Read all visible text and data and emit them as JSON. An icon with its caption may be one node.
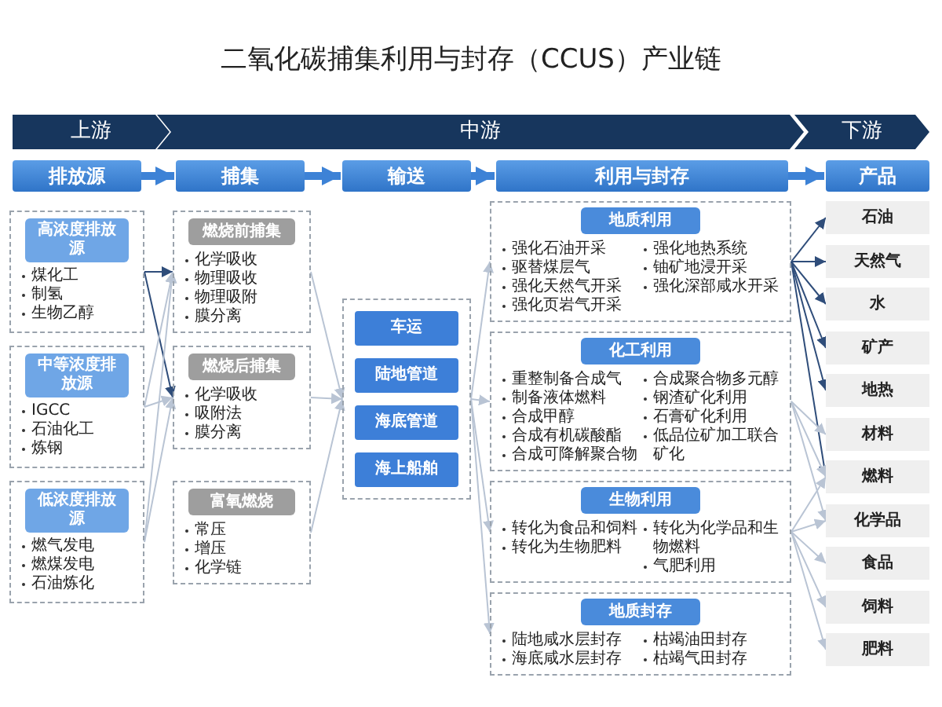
{
  "diagram": {
    "title": "二氧化碳捕集利用与封存（CCUS）产业链",
    "nodes": [
      {
        "text": [
          "上游"
        ]
      },
      {
        "text": [
          "中游"
        ]
      },
      {
        "text": [
          "下游"
        ]
      },
      {
        "text": [
          "排放源"
        ]
      },
      {
        "text": [
          "捕集"
        ]
      },
      {
        "text": [
          "输送"
        ]
      },
      {
        "text": [
          "利用与封存"
        ]
      },
      {
        "text": [
          "产品"
        ]
      },
      {
        "text": [
          "煤化工",
          "制氢",
          "生物乙醇"
        ]
      },
      {
        "text": [
          "高浓度排放源"
        ],
        "in": 8
      },
      {
        "text": [
          "IGCC",
          "石油化工",
          "炼钢"
        ]
      },
      {
        "text": [
          "中等浓度排放源"
        ],
        "in": 10
      },
      {
        "text": [
          "燃气发电",
          "燃煤发电",
          "石油炼化"
        ]
      },
      {
        "text": [
          "低浓度排放源"
        ],
        "in": 12
      },
      {
        "text": [
          "化学吸收",
          "物理吸收",
          "物理吸附",
          "膜分离"
        ]
      },
      {
        "text": [
          "燃烧前捕集"
        ],
        "in": 14
      },
      {
        "text": [
          "化学吸收",
          "吸附法",
          "膜分离"
        ]
      },
      {
        "text": [
          "燃烧后捕集"
        ],
        "in": 16
      },
      {
        "text": [
          "常压",
          "增压",
          "化学链"
        ]
      },
      {
        "text": [
          "富氧燃烧"
        ],
        "in": 18
      },
      {
        "text": [],
        "shape": "box"
      },
      {
        "text": [
          "车运"
        ],
        "in": 20
      },
      {
        "text": [
          "陆地管道"
        ],
        "in": 20
      },
      {
        "text": [
          "海底管道"
        ],
        "in": 20
      },
      {
        "text": [
          "海上船舶"
        ],
        "in": 20
      },
      {
        "text": [
          "强化石油开采",
          "驱替煤层气",
          "强化天然气开采",
          "强化页岩气开采",
          "强化地热系统",
          "铀矿地浸开采",
          "强化深部咸水开采"
        ]
      },
      {
        "text": [
          "地质利用"
        ],
        "in": 25
      },
      {
        "text": [
          "重整制备合成气",
          "制备液体燃料",
          "合成甲醇",
          "合成有机碳酸酯",
          "合成可降解聚合物",
          "合成聚合物多元醇",
          "钢渣矿化利用",
          "石膏矿化利用",
          "低品位矿加工联合矿化"
        ]
      },
      {
        "text": [
          "化工利用"
        ],
        "in": 27
      },
      {
        "text": [
          "转化为食品和饲料",
          "转化为生物肥料",
          "转化为化学品和生物燃料",
          "气肥利用"
        ]
      },
      {
        "text": [
          "生物利用"
        ],
        "in": 29
      },
      {
        "text": [
          "陆地咸水层封存",
          "海底咸水层封存",
          "枯竭油田封存",
          "枯竭气田封存"
        ]
      },
      {
        "text": [
          "地质封存"
        ],
        "in": 31
      },
      {
        "text": [
          "石油"
        ]
      },
      {
        "text": [
          "天然气"
        ]
      },
      {
        "text": [
          "水"
        ]
      },
      {
        "text": [
          "矿产"
        ]
      },
      {
        "text": [
          "地热"
        ]
      },
      {
        "text": [
          "材料"
        ]
      },
      {
        "text": [
          "燃料"
        ]
      },
      {
        "text": [
          "化学品"
        ]
      },
      {
        "text": [
          "食品"
        ]
      },
      {
        "text": [
          "饲料"
        ]
      },
      {
        "text": [
          "肥料"
        ]
      }
    ],
    "edges": [
      {
        "from": 3,
        "to": 4,
        "arrow": "to",
        "style": "thick",
        "color": "#3d82d6"
      },
      {
        "from": 4,
        "to": 5,
        "arrow": "to",
        "style": "thick",
        "color": "#3d82d6"
      },
      {
        "from": 5,
        "to": 6,
        "arrow": "to",
        "style": "thick",
        "color": "#3d82d6"
      },
      {
        "from": 6,
        "to": 7,
        "arrow": "to",
        "style": "thick",
        "color": "#3d82d6"
      },
      {
        "from": 8,
        "to": 14,
        "arrow": "to",
        "color": "#2f4d7a"
      },
      {
        "from": 8,
        "to": 16,
        "arrow": "to",
        "color": "#2f4d7a"
      },
      {
        "from": 10,
        "to": 14,
        "arrow": "to"
      },
      {
        "from": 10,
        "to": 16,
        "arrow": "to"
      },
      {
        "from": 12,
        "to": 14,
        "arrow": "to"
      },
      {
        "from": 12,
        "to": 16,
        "arrow": "to"
      },
      {
        "from": 14,
        "to": 20,
        "arrow": "to"
      },
      {
        "from": 16,
        "to": 20,
        "arrow": "to"
      },
      {
        "from": 18,
        "to": 20,
        "arrow": "to"
      },
      {
        "from": 20,
        "to": 25,
        "arrow": "to"
      },
      {
        "from": 20,
        "to": 27,
        "arrow": "to"
      },
      {
        "from": 20,
        "to": 29,
        "arrow": "to"
      },
      {
        "from": 20,
        "to": 31,
        "arrow": "to"
      },
      {
        "from": 25,
        "to": 33,
        "arrow": "to",
        "color": "#2f4d7a"
      },
      {
        "from": 25,
        "to": 34,
        "arrow": "to",
        "color": "#2f4d7a"
      },
      {
        "from": 25,
        "to": 35,
        "arrow": "to",
        "color": "#2f4d7a"
      },
      {
        "from": 25,
        "to": 36,
        "arrow": "to",
        "color": "#2f4d7a"
      },
      {
        "from": 25,
        "to": 37,
        "arrow": "to",
        "color": "#2f4d7a"
      },
      {
        "from": 25,
        "to": 39,
        "arrow": "to",
        "color": "#2f4d7a"
      },
      {
        "from": 27,
        "to": 38,
        "arrow": "to"
      },
      {
        "from": 27,
        "to": 39,
        "arrow": "to"
      },
      {
        "from": 27,
        "to": 40,
        "arrow": "to"
      },
      {
        "from": 29,
        "to": 39,
        "arrow": "to"
      },
      {
        "from": 29,
        "to": 40,
        "arrow": "to"
      },
      {
        "from": 29,
        "to": 41,
        "arrow": "to"
      },
      {
        "from": 29,
        "to": 42,
        "arrow": "to"
      },
      {
        "from": 29,
        "to": 43,
        "arrow": "to"
      }
    ]
  }
}
